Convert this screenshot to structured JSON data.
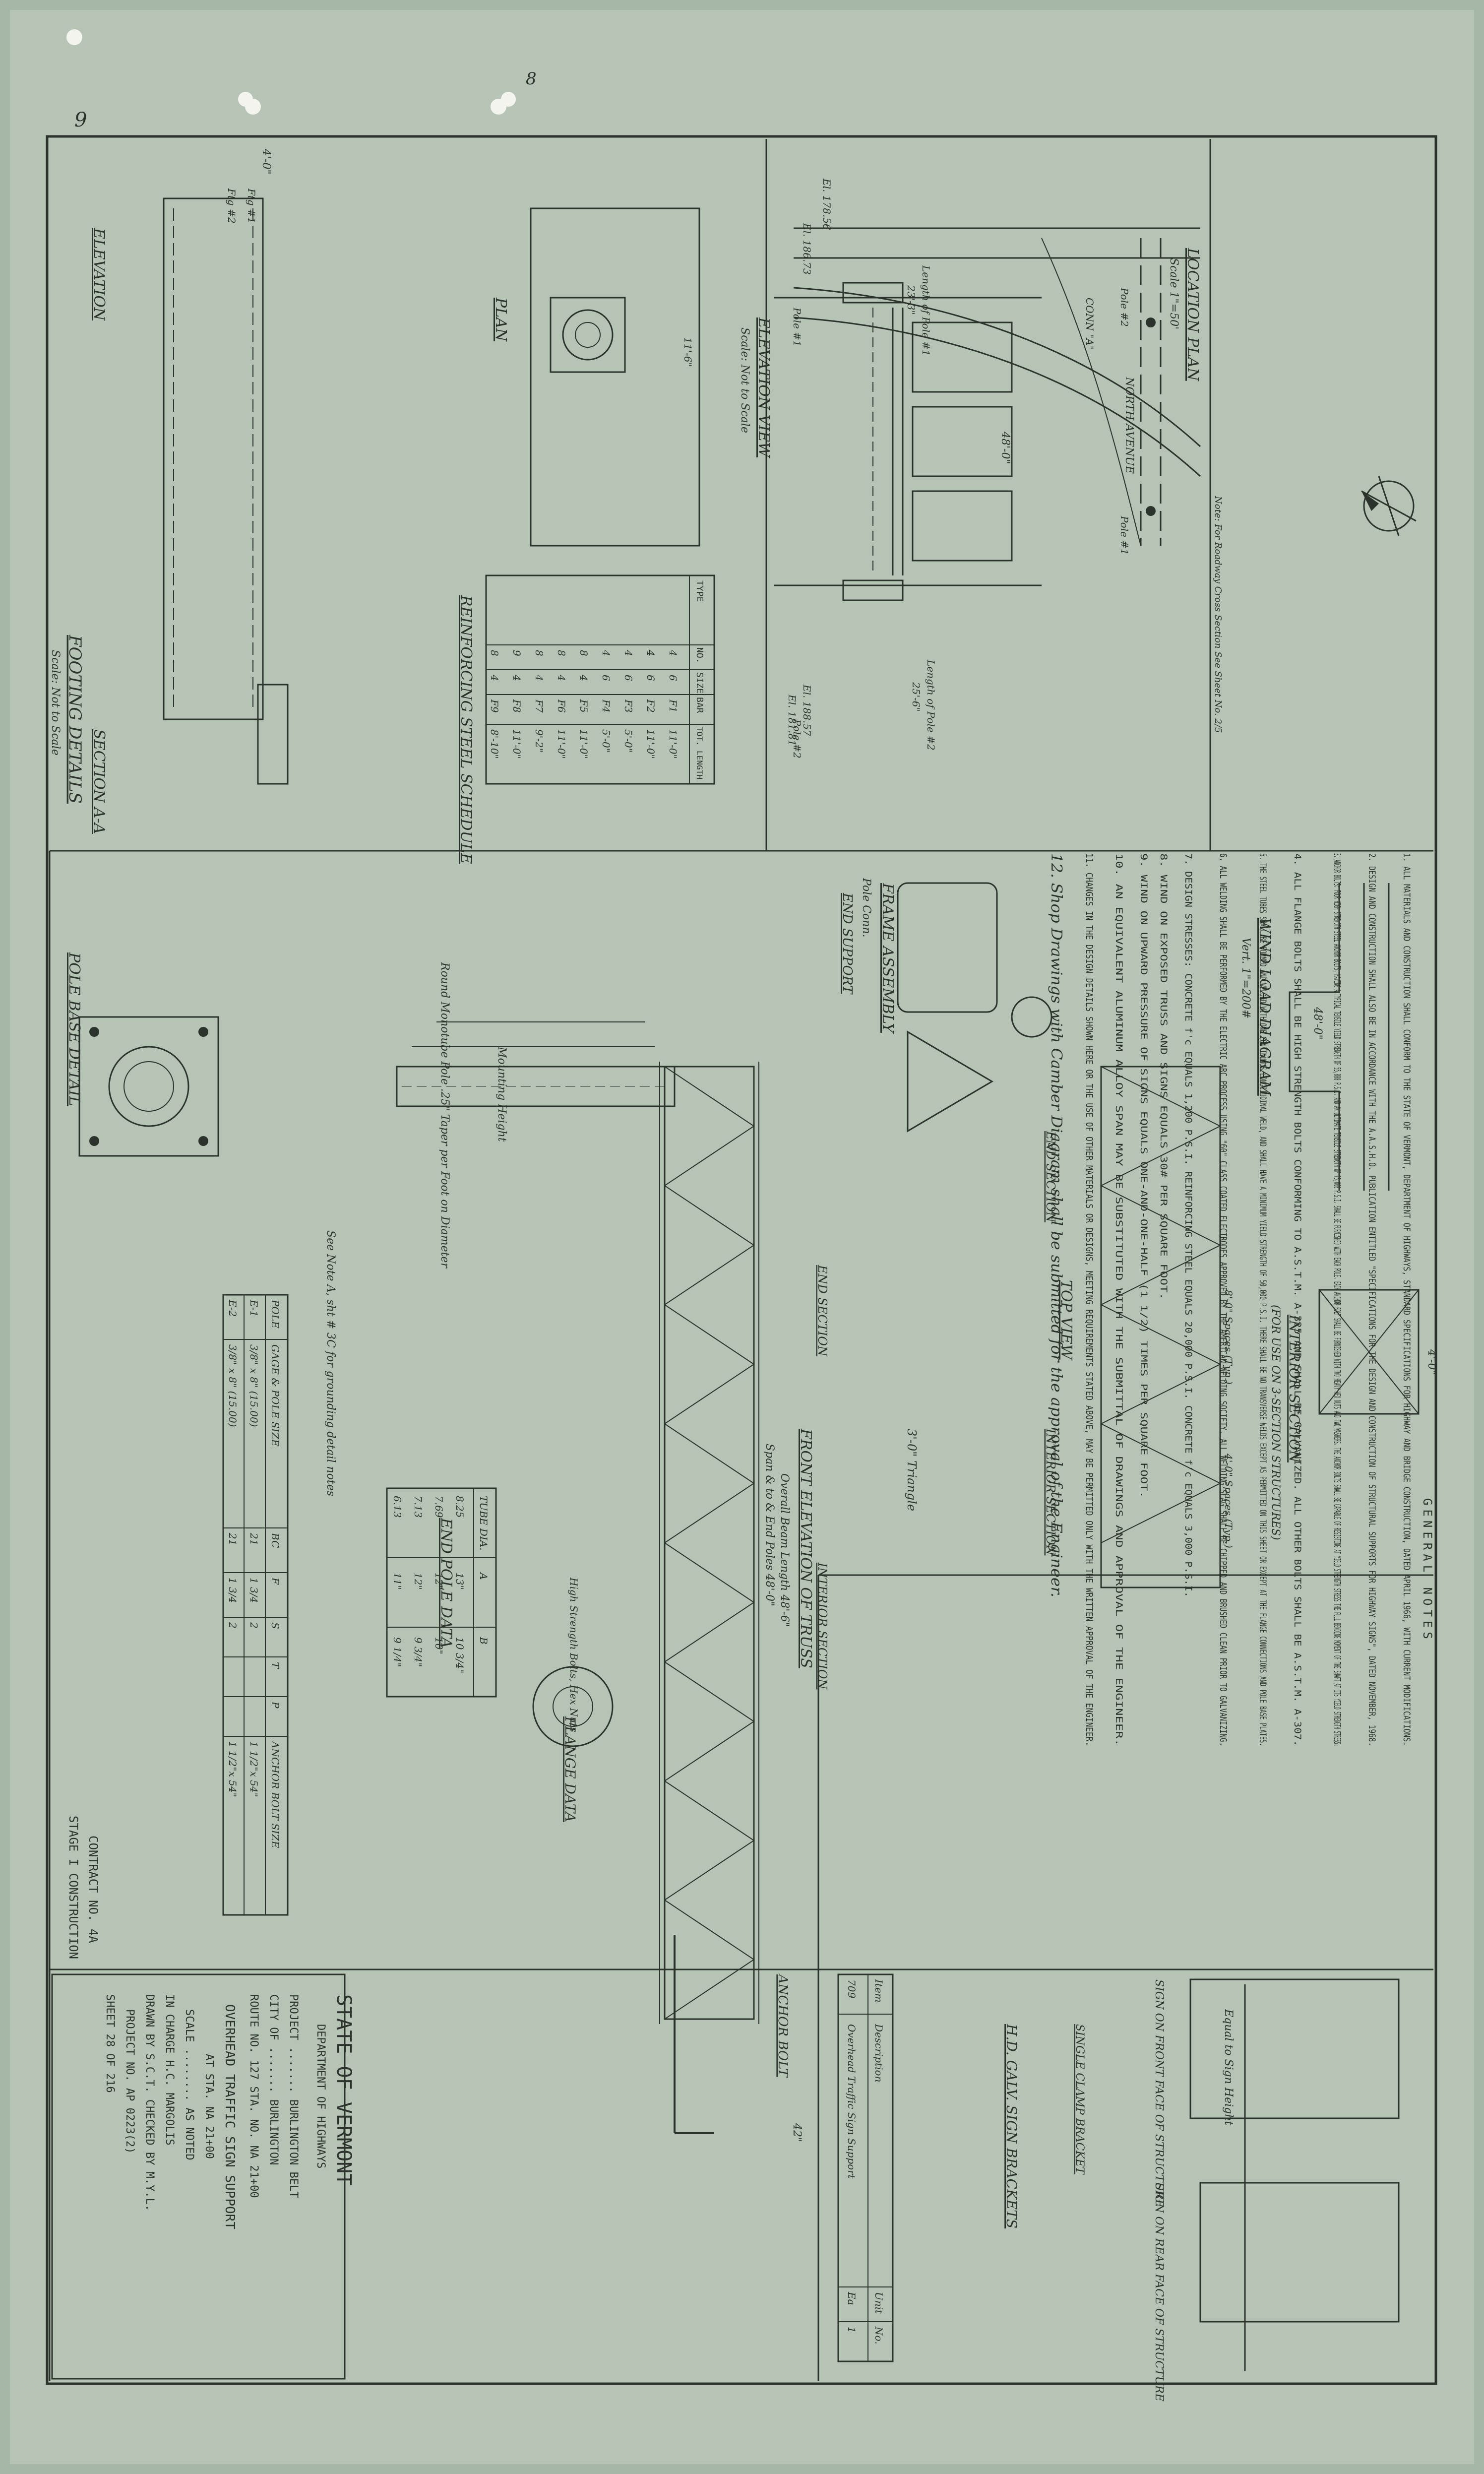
{
  "sheet": {
    "stamp_left": "9",
    "stamp_top": "8",
    "paper_color": "#b5c4b4",
    "ink_color": "#2c332d"
  },
  "general_notes": {
    "title": "GENERAL NOTES",
    "items": [
      "1. ALL MATERIALS AND CONSTRUCTION SHALL CONFORM TO THE STATE OF VERMONT, DEPARTMENT OF HIGHWAYS, STANDARD SPECIFICATIONS FOR HIGHWAY AND BRIDGE CONSTRUCTION, DATED APRIL 1966, WITH CURRENT MODIFICATIONS.",
      "2. DESIGN AND CONSTRUCTION SHALL ALSO BE IN ACCORDANCE WITH THE A.A.S.H.O. PUBLICATION ENTITLED \"SPECIFICATIONS FOR THE DESIGN AND CONSTRUCTION OF STRUCTURAL SUPPORTS FOR HIGHWAY SIGNS\", DATED NOVEMBER, 1968.",
      "3. ANCHOR BOLTS: FOUR HIGH STRENGTH STEEL ANCHOR BOLTS, HAVING A TYPICAL TENSILE YIELD STRENGTH OF 55,000 P.S.I. AND AN ULTIMATE TENSILE STRENGTH OF 75,000 P.S.I. SHALL BE FURNISHED WITH EACH POLE. EACH ANCHOR BOLT SHALL BE FURNISHED WITH TWO HEAVY HEX NUTS AND TWO WASHERS. THE ANCHOR BOLTS SHALL BE CAPABLE OF RESISTING AT YIELD STRENGTH STRESS THE FULL BENDING MOMENT OF THE SHAFT AT ITS YIELD STRENGTH STRESS.",
      "4. ALL FLANGE BOLTS SHALL BE HIGH STRENGTH BOLTS CONFORMING TO A.S.T.M. A-325 AND SHALL BE GALVANIZED. ALL OTHER BOLTS SHALL BE A.S.T.M. A-307.",
      "5. THE STEEL TUBES SHALL BE FORMED AND WELDED WITH ONE CONTINUOUS LONGITUDINAL WELD, AND SHALL HAVE A MINIMUM YIELD STRENGTH OF 50,000 P.S.I. THERE SHALL BE NO TRANSVERSE WELDS EXCEPT AS PERMITTED ON THIS SHEET OR EXCEPT AT THE FLANGE CONNECTIONS AND POLE BASE PLATES.",
      "6. ALL WELDING SHALL BE PERFORMED BY THE ELECTRIC ARC PROCESS USING \"60\" CLASS COATED ELECTRODES APPROVED BY THE AMERICAN WELDING SOCIETY. ALL WELDING SLAG SHALL BE CHIPPED AND BRUSHED CLEAN PRIOR TO GALVANIZING.",
      "7. DESIGN STRESSES: CONCRETE f'c EQUALS 1,200 P.S.I. REINFORCING STEEL EQUALS 20,000 P.S.I. CONCRETE f'c EQUALS 3,000 P.S.I.",
      "8. WIND ON EXPOSED TRUSS AND SIGNS EQUALS 30# PER SQUARE FOOT.",
      "9. WIND ON UPWARD PRESSURE OF SIGNS EQUALS ONE-AND-ONE-HALF (1 1/2) TIMES PER SQUARE FOOT.",
      "10. AN EQUIVALENT ALUMINUM ALLOY SPAN MAY BE SUBSTITUTED WITH THE SUBMITTAL OF DRAWINGS AND APPROVAL OF THE ENGINEER.",
      "11. CHANGES IN THE DESIGN DETAILS SHOWN HERE OR THE USE OF OTHER MATERIALS OR DESIGNS, MEETING REQUIREMENTS STATED ABOVE, MAY BE PERMITTED ONLY WITH THE WRITTEN APPROVAL OF THE ENGINEER.",
      "12. Shop Drawings with Camber Diagram shall be submitted for the approval of the Engineer."
    ]
  },
  "location_plan": {
    "title": "LOCATION PLAN",
    "scale": "Scale 1\"=50'",
    "north_avenue": "NORTH AVENUE",
    "pole1": "Pole #1",
    "pole2": "Pole #2",
    "conn": "CONN \"A\"",
    "note": "Note: For Roadway Cross Section See Sheet No. 2/5"
  },
  "wind_load": {
    "title": "WIND LOAD DIAGRAM",
    "scale": "Vert. 1\"=200#",
    "dim": "48'-0\""
  },
  "elevation_view": {
    "title": "ELEVATION VIEW",
    "scale": "Scale: Not to Scale",
    "len1": "Length of Pole #1",
    "len1_val": "23'-3\"",
    "len2": "Length of Pole #2",
    "len2_val": "25'-6\"",
    "el_top": "El. 178.56",
    "el_gr": "El. 186.73",
    "pole1": "Pole #1",
    "pole2": "Pole #2",
    "span": "48'-0\"",
    "el_right": "El. 188.57",
    "el_right2": "El. 181.81"
  },
  "footing": {
    "title": "FOOTING DETAILS",
    "scale": "Scale: Not to Scale",
    "plan": "PLAN",
    "elevation": "ELEVATION",
    "section": "SECTION A-A",
    "width": "4'-0\"",
    "fig1": "Ftg #1",
    "fig2": "Ftg #2",
    "depth": "11'-6\""
  },
  "reinforcing": {
    "title": "REINFORCING STEEL SCHEDULE",
    "headers": [
      "TYPE",
      "NO.",
      "SIZE",
      "BAR",
      "TOT. LENGTH"
    ],
    "rows": [
      [
        "",
        "4",
        "6",
        "F1",
        "11'-0\""
      ],
      [
        "",
        "4",
        "6",
        "F2",
        "11'-0\""
      ],
      [
        "",
        "4",
        "6",
        "F3",
        "5'-0\""
      ],
      [
        "",
        "4",
        "6",
        "F4",
        "5'-0\""
      ],
      [
        "",
        "8",
        "4",
        "F5",
        "11'-0\""
      ],
      [
        "",
        "8",
        "4",
        "F6",
        "11'-0\""
      ],
      [
        "",
        "8",
        "4",
        "F7",
        "9'-2\""
      ],
      [
        "",
        "9",
        "4",
        "F8",
        "11'-0\""
      ],
      [
        "",
        "8",
        "4",
        "F9",
        "8'-10\""
      ]
    ]
  },
  "front_truss": {
    "title": "FRONT ELEVATION OF TRUSS",
    "end_section": "END SECTION",
    "interior_section": "INTERIOR SECTION",
    "overall": "Overall Beam Length 48'-6\"",
    "span": "Span & to & End Poles 48'-0\"",
    "mounting": "Mounting Height",
    "round_pole": "Round Monotube Pole .25\" Taper per Foot on Diameter",
    "high_str": "High Strength Bolts, Hex Nuts",
    "flange": "FLANGE DATA"
  },
  "top_view": {
    "title": "TOP VIEW",
    "end_section": "END SECTION",
    "interior_section": "INTERIOR SECTION",
    "spaces": "4'-0\" Spaces (Typ.)",
    "spaces2": "8'-0\" Spaces (Typ.)"
  },
  "interior_sec": {
    "title": "INTERIOR SECTION",
    "sub": "(FOR USE ON 3-SECTION STRUCTURES)",
    "dim": "4'-0\""
  },
  "frame_support": {
    "title": "FRAME ASSEMBLY",
    "end_support": "END SUPPORT",
    "pole_conn": "Pole Conn.",
    "triangle": "3'-0\" Triangle"
  },
  "pole_base": {
    "title": "POLE BASE DETAIL",
    "note": "See Note A, sht # 3C for grounding detail notes"
  },
  "end_pole_data": {
    "title": "END POLE DATA",
    "headers": [
      "POLE",
      "GAGE & POLE SIZE",
      "BC",
      "F",
      "S",
      "T",
      "P",
      "ANCHOR BOLT SIZE"
    ],
    "rows": [
      [
        "E-1",
        "3/8\" x 8\" (15.00)",
        "21",
        "1 3/4",
        "2",
        "",
        "",
        "1 1/2\"x 54\""
      ],
      [
        "E-2",
        "3/8\" x 8\" (15.00)",
        "21",
        "1 3/4",
        "2",
        "",
        "",
        "1 1/2\"x 54\""
      ]
    ]
  },
  "flange_data": {
    "title": "FLANGE DATA",
    "headers": [
      "TUBE DIA.",
      "A",
      "B"
    ],
    "rows": [
      [
        "8.25",
        "13\"",
        "10 3/4\""
      ],
      [
        "7.69",
        "12\"",
        "10\""
      ],
      [
        "7.13",
        "12\"",
        "9 3/4\""
      ],
      [
        "6.13",
        "11\"",
        "9 1/4\""
      ]
    ]
  },
  "anchor_bolt": {
    "title": "ANCHOR BOLT",
    "dim": "42\""
  },
  "brackets": {
    "title": "H.D. GALV. SIGN BRACKETS",
    "single": "SINGLE CLAMP BRACKET",
    "front": "SIGN ON FRONT FACE OF STRUCTURE",
    "rear": "SIGN ON REAR FACE OF STRUCTURE",
    "equal": "Equal to Sign Height"
  },
  "revisions": {
    "headers": [
      "Item",
      "Description",
      "Unit",
      "No."
    ],
    "rows": [
      [
        "709",
        "Overhead Traffic Sign Support",
        "Ea",
        "1"
      ]
    ]
  },
  "title_block": {
    "state": "STATE OF VERMONT",
    "dept": "DEPARTMENT OF HIGHWAYS",
    "project": "PROJECT ....... BURLINGTON BELT",
    "city": "CITY OF ....... BURLINGTON",
    "route": "ROUTE NO. 127  STA. NO. NA 21+00",
    "title": "OVERHEAD TRAFFIC SIGN SUPPORT",
    "at_sta": "AT STA. NA 21+00",
    "scale": "SCALE ........ AS NOTED",
    "in_charge": "IN CHARGE  H.C. MARGOLIS",
    "drawn": "DRAWN BY S.C.T. CHECKED BY M.Y.L.",
    "project_no": "PROJECT NO. AP 0223(2)",
    "sheet": "SHEET 28 OF 216",
    "contract": "CONTRACT NO. 4A",
    "stage": "STAGE I CONSTRUCTION"
  }
}
